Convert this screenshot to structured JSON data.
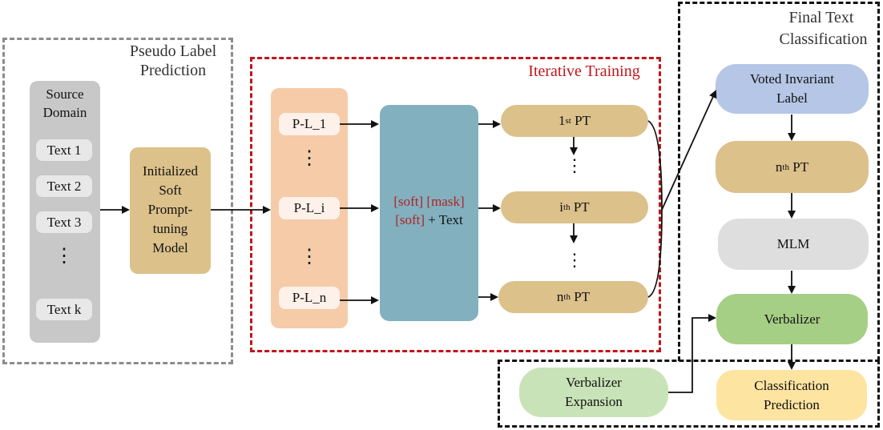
{
  "regions": {
    "pseudo_label": {
      "title": "Pseudo Label Prediction"
    },
    "iterative": {
      "title": "Iterative Training"
    },
    "final": {
      "title_line1": "Final Text",
      "title_line2": "Classification"
    }
  },
  "source_domain": {
    "title_line1": "Source",
    "title_line2": "Domain",
    "texts": [
      "Text 1",
      "Text 2",
      "Text 3",
      "Text k"
    ],
    "ellipsis": "⋮"
  },
  "initial_model": {
    "lines": [
      "Initialized",
      "Soft",
      "Prompt-",
      "tuning",
      "Model"
    ]
  },
  "pseudo_labels": {
    "items": [
      "P-L_1",
      "P-L_i",
      "P-L_n"
    ],
    "ellipsis": "⋮"
  },
  "template": {
    "soft1": "[soft]",
    "mask": "[mask]",
    "soft2": "[soft]",
    "plus_text": " + Text"
  },
  "prompt_tunings": {
    "first": {
      "prefix": "1",
      "sup": "st",
      "suffix": " PT"
    },
    "ith": {
      "prefix": "i",
      "sup": "th",
      "suffix": " PT"
    },
    "nth": {
      "prefix": "n",
      "sup": "th",
      "suffix": " PT"
    },
    "ellipsis": "⋮"
  },
  "final_pipeline": {
    "voted_line1": "Voted Invariant",
    "voted_line2": "Label",
    "nth_pt": {
      "prefix": "n",
      "sup": "th",
      "suffix": " PT"
    },
    "mlm": "MLM",
    "verbalizer": "Verbalizer",
    "classification_line1": "Classification",
    "classification_line2": "Prediction"
  },
  "verbalizer_expansion": {
    "line1": "Verbalizer",
    "line2": "Expansion"
  },
  "colors": {
    "grey_dash": "#8c8c8c",
    "red_dash": "#c0161b",
    "black_dash": "#111111",
    "source_bg": "#c8c8c8",
    "tan": "#dcc18b",
    "peach": "#f5cba8",
    "teal": "#82b0bf",
    "blue": "#b5c6e6",
    "light_grey": "#dedede",
    "green": "#a6cf86",
    "light_green": "#c9e3b8",
    "yellow": "#fde4a1"
  }
}
